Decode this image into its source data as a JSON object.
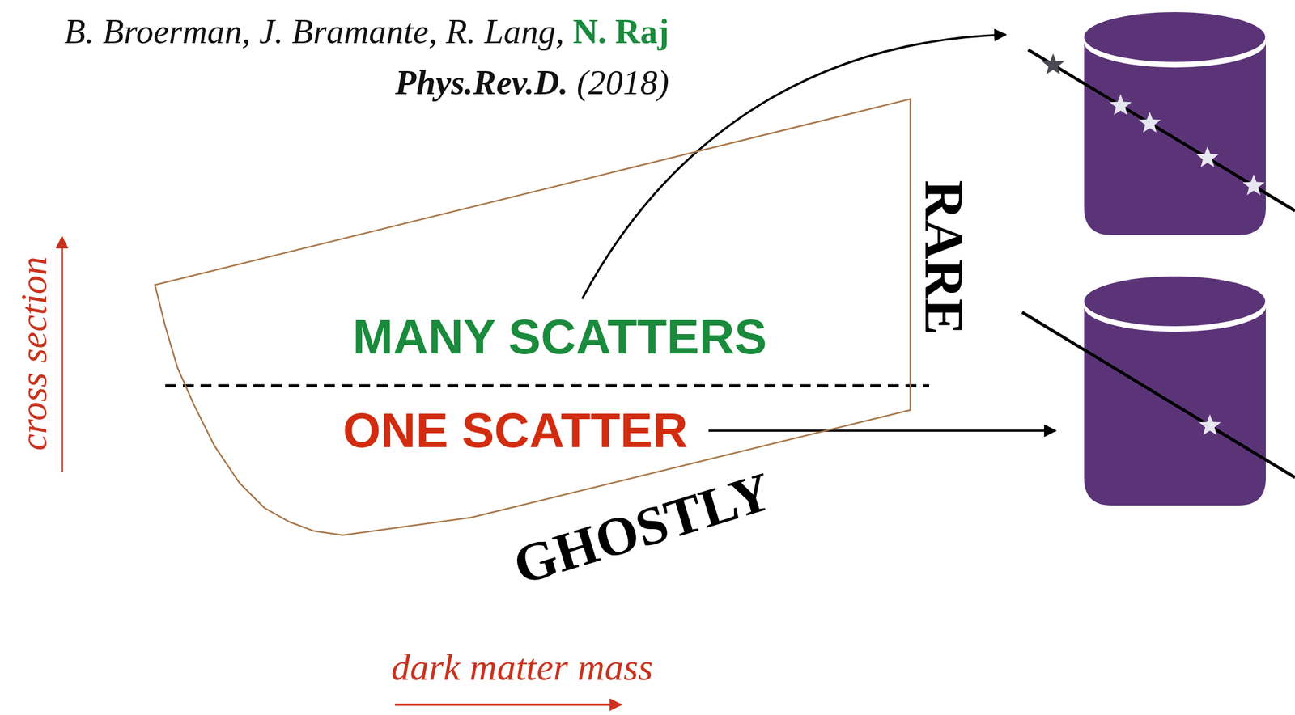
{
  "diagram": {
    "nodes": [
      {
        "text": [
          "MANY SCATTERS",
          "ONE SCATTER"
        ]
      }
    ],
    "labels": [
      "B. Broerman, J. Bramante, R. Lang,",
      "N. Raj",
      "Phys.Rev.D.",
      "(2018)",
      "RARE",
      "GHOSTLY",
      "cross section",
      "dark matter mass"
    ]
  }
}
